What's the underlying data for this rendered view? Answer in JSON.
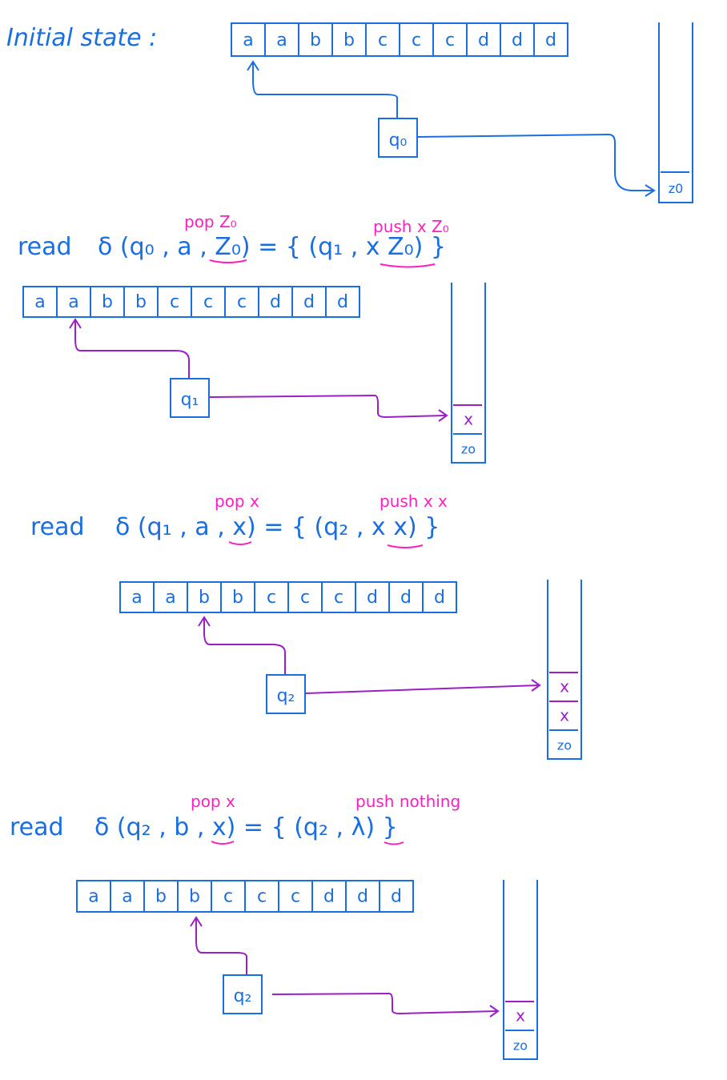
{
  "colors": {
    "blue": "#1a6fe0",
    "purple": "#9b1fc4",
    "magenta": "#ff1fbe"
  },
  "tape": [
    "a",
    "a",
    "b",
    "b",
    "c",
    "c",
    "c",
    "d",
    "d",
    "d"
  ],
  "steps": [
    {
      "heading": "Initial state :",
      "state": "q₀",
      "head_index": 0,
      "stack": [
        "z0"
      ]
    },
    {
      "read_word": "read",
      "transition": "δ (q₀ , a , Z₀) = { (q₁ , x Z₀) }",
      "pop_note": "pop Z₀",
      "push_note": "push x Z₀",
      "state": "q₁",
      "head_index": 1,
      "stack": [
        "x",
        "zo"
      ]
    },
    {
      "read_word": "read",
      "transition": "δ (q₁ , a , x) = { (q₂ , x x) }",
      "pop_note": "pop x",
      "push_note": "push x x",
      "state": "q₂",
      "head_index": 2,
      "stack": [
        "x",
        "x",
        "zo"
      ]
    },
    {
      "read_word": "read",
      "transition": "δ (q₂ , b , x) = { (q₂ , λ) }",
      "pop_note": "pop x",
      "push_note": "push nothing",
      "state": "q₂",
      "head_index": 3,
      "stack": [
        "x",
        "zo"
      ]
    }
  ]
}
